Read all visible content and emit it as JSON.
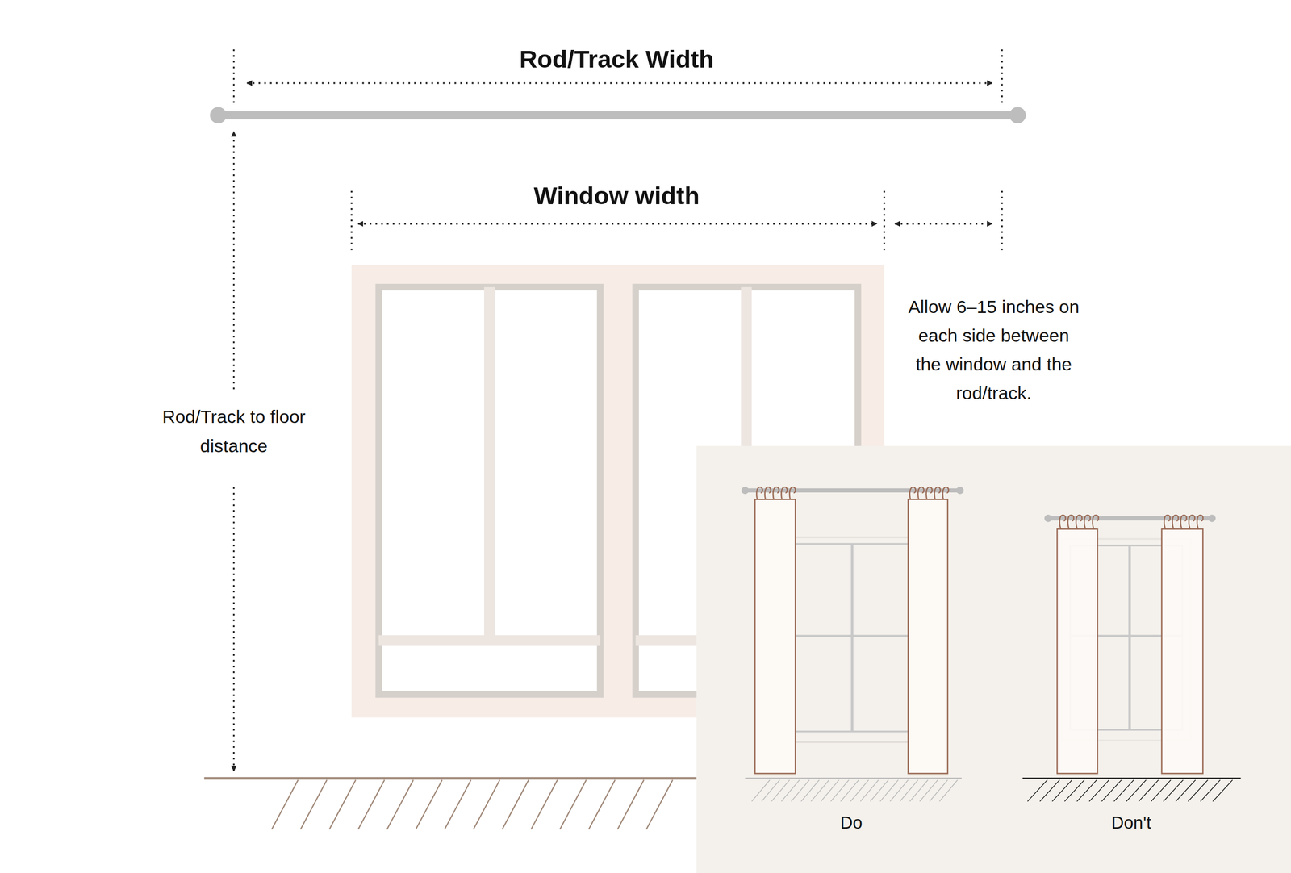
{
  "diagram": {
    "labels": [
      "Rod/Track Width",
      "Window width",
      "Allow 6–15 inches on each side between the window and the rod/track.",
      "Rod/Track to floor distance",
      "Do",
      "Don't"
    ]
  }
}
